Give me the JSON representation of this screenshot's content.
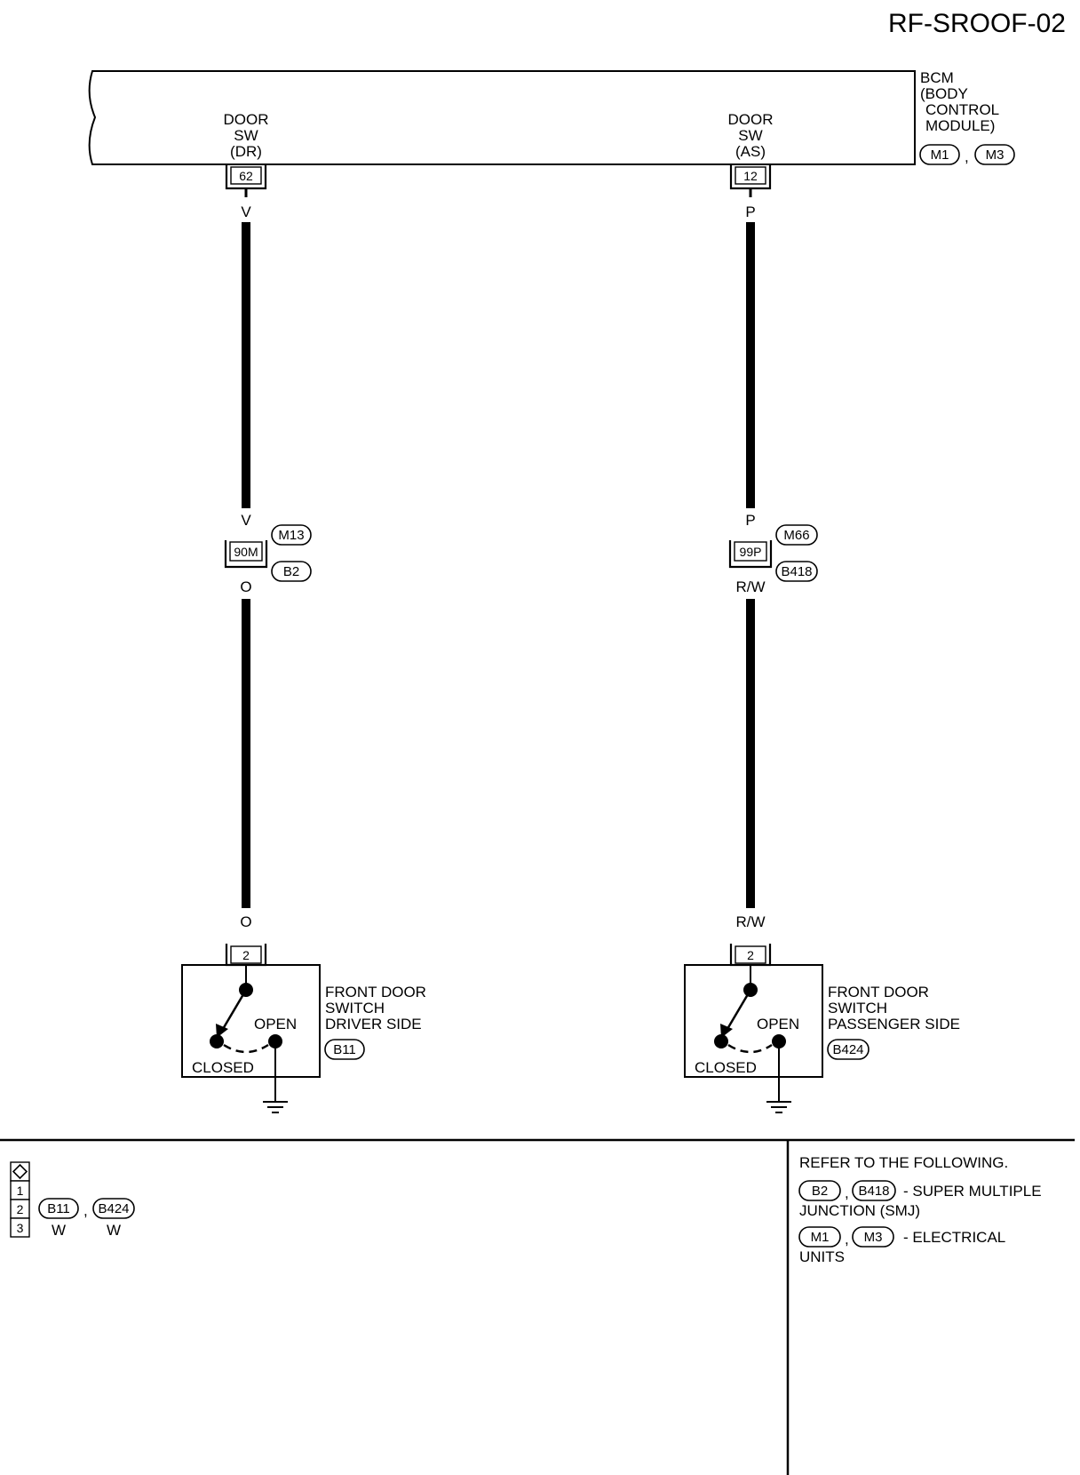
{
  "title": "RF-SROOF-02",
  "bcm": {
    "name_lines": [
      "BCM",
      "(BODY",
      "CONTROL",
      "MODULE)"
    ],
    "connectors": [
      "M1",
      "M3"
    ],
    "separator": ","
  },
  "circuits": [
    {
      "terminal_lines": [
        "DOOR",
        "SW",
        "(DR)"
      ],
      "bcm_pin": "62",
      "wire_top": "V",
      "wire_mid_upper": "V",
      "joint_pin": "90M",
      "joint_connector_top": "M13",
      "joint_connector_bottom": "B2",
      "wire_mid_lower": "O",
      "wire_bottom": "O",
      "switch_pin": "2",
      "switch_name_lines": [
        "FRONT DOOR",
        "SWITCH",
        "DRIVER SIDE"
      ],
      "switch_connector": "B11",
      "open_label": "OPEN",
      "closed_label": "CLOSED"
    },
    {
      "terminal_lines": [
        "DOOR",
        "SW",
        "(AS)"
      ],
      "bcm_pin": "12",
      "wire_top": "P",
      "wire_mid_upper": "P",
      "joint_pin": "99P",
      "joint_connector_top": "M66",
      "joint_connector_bottom": "B418",
      "wire_mid_lower": "R/W",
      "wire_bottom": "R/W",
      "switch_pin": "2",
      "switch_name_lines": [
        "FRONT DOOR",
        "SWITCH",
        "PASSENGER SIDE"
      ],
      "switch_connector": "B424",
      "open_label": "OPEN",
      "closed_label": "CLOSED"
    }
  ],
  "connector_table": {
    "rows": [
      "1",
      "2",
      "3"
    ],
    "connectors": [
      "B11",
      "B424"
    ],
    "colors": [
      "W",
      "W"
    ],
    "separator": ","
  },
  "references": {
    "heading": "REFER TO THE FOLLOWING.",
    "items": [
      {
        "connectors": [
          "B2",
          "B418"
        ],
        "text_lines": [
          "- SUPER MULTIPLE",
          "JUNCTION (SMJ)"
        ]
      },
      {
        "connectors": [
          "M1",
          "M3"
        ],
        "text_lines": [
          "- ELECTRICAL",
          "UNITS"
        ]
      }
    ]
  }
}
